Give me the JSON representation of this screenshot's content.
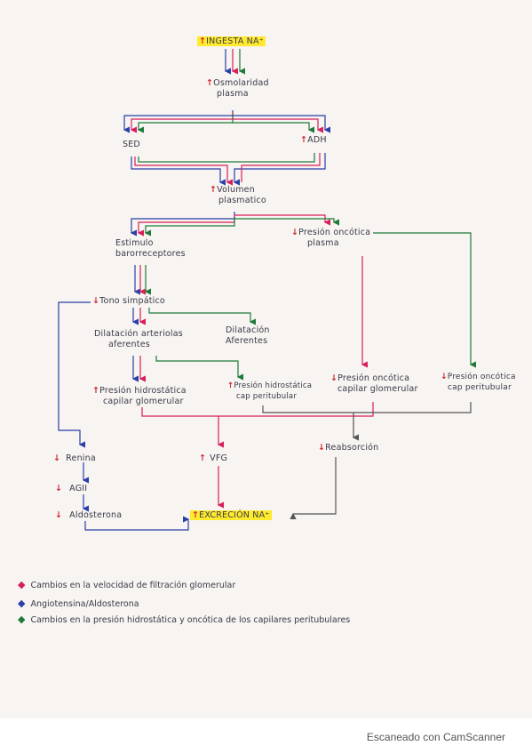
{
  "nodes": {
    "ingesta": {
      "arrow": "↑",
      "text": "INGESTA NA⁺"
    },
    "osmolaridad": {
      "arrow": "↑",
      "line1": "Osmolaridad",
      "line2": "plasma"
    },
    "sed": {
      "text": "SED"
    },
    "adh": {
      "arrow": "↑",
      "text": "ADH"
    },
    "volumen": {
      "arrow": "↑",
      "line1": "Volumen",
      "line2": "plasmatico"
    },
    "estimulo": {
      "line1": "Estimulo",
      "line2": "barorreceptores"
    },
    "presion_oncotica_plasma": {
      "arrow": "↓",
      "line1": "Presión oncótica",
      "line2": "plasma"
    },
    "tono": {
      "arrow": "↓",
      "text": "Tono simpático"
    },
    "dilatacion_aferentes": {
      "line1": "Dilatación arteriolas",
      "line2": "aferentes"
    },
    "dilatacion_eferentes": {
      "line1": "Dilatación",
      "line2": "Aferentes"
    },
    "hidrostatica_glomerular": {
      "arrow": "↑",
      "line1": "Presión hidrostática",
      "line2": "capilar glomerular"
    },
    "hidrostatica_peritubular": {
      "arrow": "↑",
      "line1": "Presión hidrostática",
      "line2": "cap peritubular"
    },
    "oncotica_glomerular": {
      "arrow": "↓",
      "line1": "Presión oncótica",
      "line2": "capilar glomerular"
    },
    "oncotica_peritubular": {
      "arrow": "↓",
      "line1": "Presión oncótica",
      "line2": "cap peritubular"
    },
    "renina": {
      "arrow": "↓",
      "text": "Renina"
    },
    "vfg": {
      "arrow": "↑",
      "text": "VFG"
    },
    "reabsorcion": {
      "arrow": "↓",
      "text": "Reabsorción"
    },
    "ag2": {
      "arrow": "↓",
      "text": "AGII"
    },
    "aldosterona": {
      "arrow": "↓",
      "text": "Aldosterona"
    },
    "excrecion": {
      "arrow": "↑",
      "text": "EXCRECIÓN NA⁺"
    }
  },
  "legend": [
    {
      "marker": "◆",
      "color": "#d81e5b",
      "text": "Cambios en la velocidad de filtración glomerular"
    },
    {
      "marker": "◆",
      "color": "#2a3fa8",
      "text": "Angiotensina/Aldosterona"
    },
    {
      "marker": "◆",
      "color": "#1f7a3a",
      "text": "Cambios en la presión hidrostática y oncótica de los capilares peritubulares"
    }
  ],
  "colors": {
    "pink": "#d81e5b",
    "blue": "#2a3fa8",
    "green": "#1f7a3a",
    "red_arrow": "#d0212e",
    "highlight": "#ffea2e"
  },
  "footer": {
    "text": "Escaneado con CamScanner"
  }
}
